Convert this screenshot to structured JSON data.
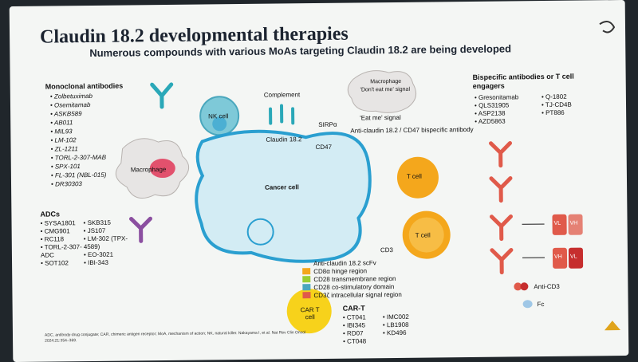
{
  "title": "Claudin 18.2 developmental therapies",
  "subtitle": "Numerous compounds with various MoAs targeting Claudin 18.2 are being developed",
  "mabs": {
    "heading": "Monoclonal antibodies",
    "items": [
      "Zolbetuximab",
      "Osemitamab",
      "ASKB589",
      "AB011",
      "MIL93",
      "LM-102",
      "ZL-1211",
      "TORL-2-307-MAB",
      "SPX-101",
      "FL-301 (NBL-015)",
      "DR30303"
    ]
  },
  "adcs": {
    "heading": "ADCs",
    "col1": [
      "SYSA1801",
      "CMG901",
      "RC118",
      "TORL-2-307-ADC",
      "SOT102"
    ],
    "col2": [
      "SKB315",
      "JS107",
      "LM-302 (TPX-4589)",
      "EO-3021",
      "IBI-343"
    ]
  },
  "bispecific": {
    "heading": "Bispecific antibodies or T cell engagers",
    "col1": [
      "Gresonitamab",
      "QLS31905",
      "ASP2138",
      "AZD5863"
    ],
    "col2": [
      "Q-1802",
      "TJ-CD4B",
      "PT886"
    ]
  },
  "cart": {
    "heading": "CAR-T",
    "col1": [
      "CT041",
      "IBI345",
      "RD07",
      "CT048"
    ],
    "col2": [
      "IMC002",
      "LB1908",
      "KD496"
    ]
  },
  "diagram": {
    "nk_cell": "NK cell",
    "macrophage": "Macrophage",
    "complement": "Complement",
    "claudin": "Claudin 18.2",
    "sirpa": "SIRPα",
    "cd47": "CD47",
    "mac_top": "Macrophage",
    "dont_eat": "'Don't eat me' signal",
    "eat_me": "'Eat me' signal",
    "anti_cd47": "Anti-claudin 18.2 / CD47 bispecific antibody",
    "cancer_cell": "Cancer cell",
    "t_cell_1": "T cell",
    "t_cell_2": "T cell",
    "cd3": "CD3",
    "car_t": "CAR T cell",
    "scfv": "Anti-claudin 18.2 scFv",
    "cd8": "CD8α hinge region",
    "cd28tm": "CD28 transmembrane region",
    "cd28co": "CD28 co-stimulatory domain",
    "cd3z": "CD3ζ intracellular signal region",
    "vl1": "VL",
    "vh1": "VH",
    "vh2": "VH",
    "vl2": "VL",
    "anti_cd3": "Anti-CD3",
    "fc": "Fc"
  },
  "footnote": "ADC, antibody-drug conjugate; CAR, chimeric antigen receptor; MoA, mechanism of action; NK, natural killer. Nakayama I, et al. Nat Rev Clin Oncol 2024;21:354–369.",
  "colors": {
    "membrane": "#2a9fd0",
    "cancer": "#d3ecf4",
    "tcell": "#f4a71c",
    "car": "#f7d21b",
    "nk": "#7ec9d8",
    "accent": "#e05a4a"
  }
}
